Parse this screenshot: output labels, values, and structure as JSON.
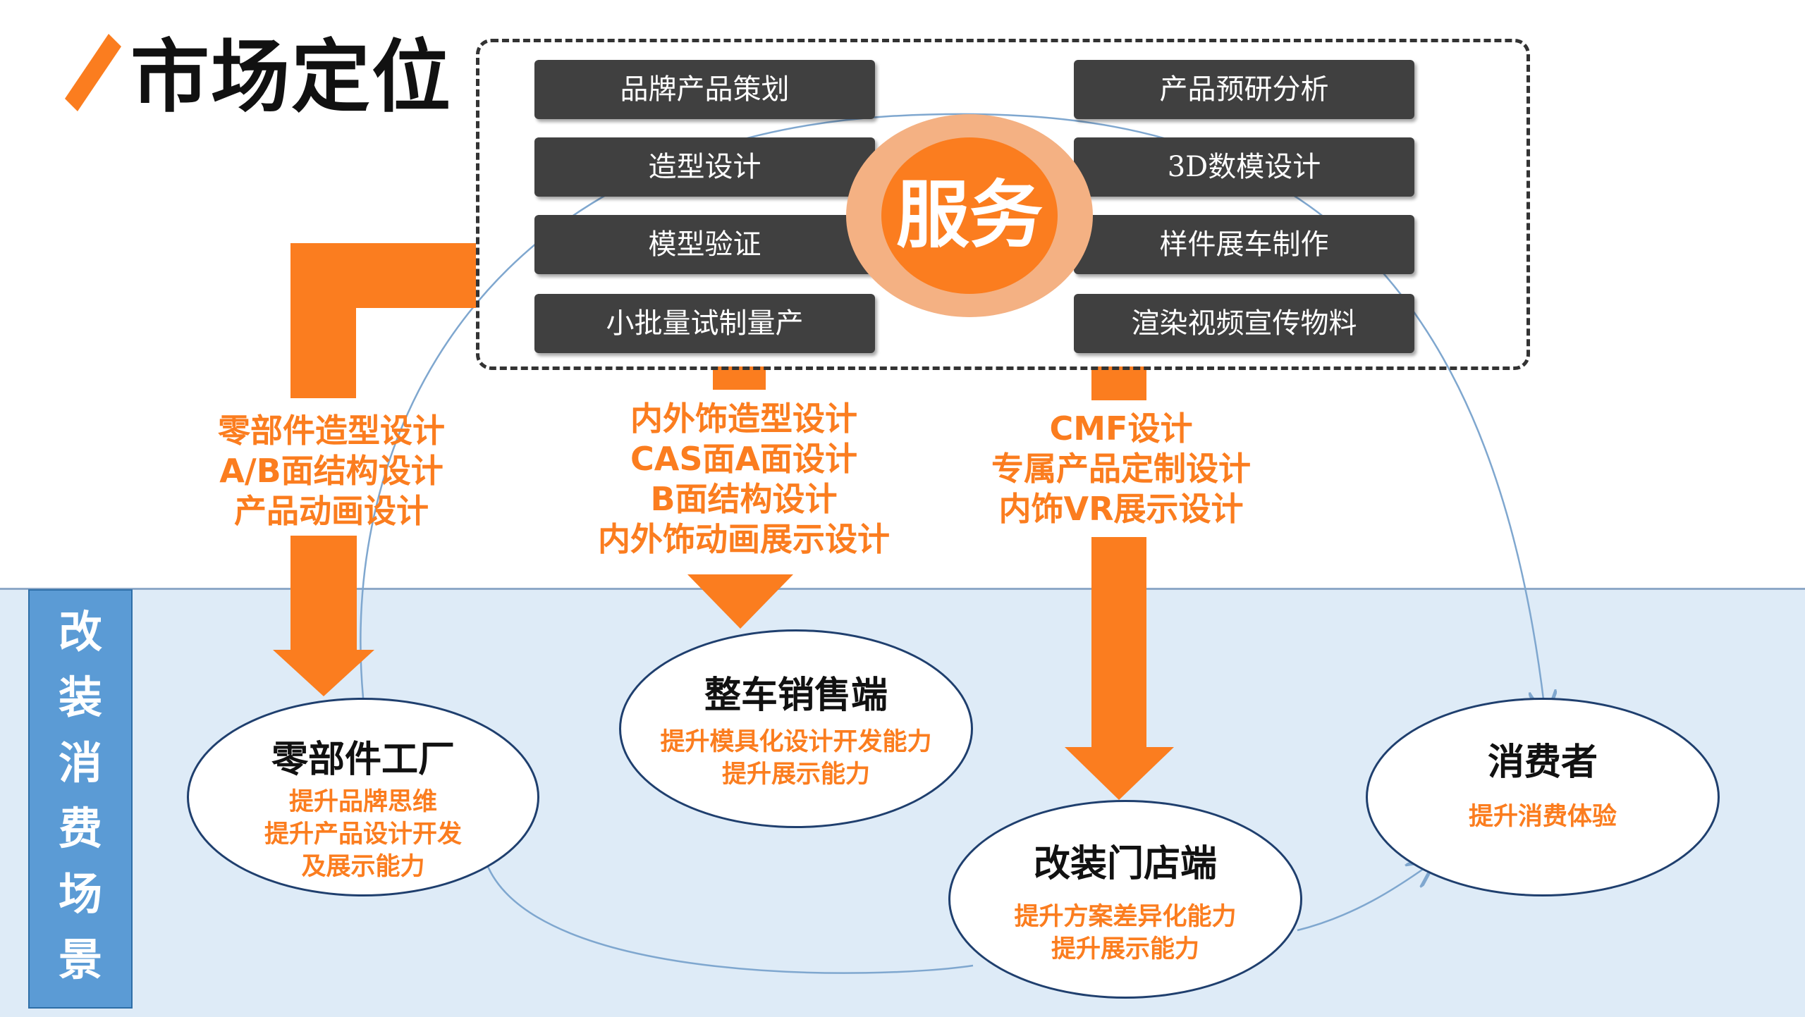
{
  "page": {
    "title": "市场定位"
  },
  "services": {
    "hub": "服务",
    "left": [
      "品牌产品策划",
      "造型设计",
      "模型验证",
      "小批量试制量产"
    ],
    "right": [
      "产品预研分析",
      "3D数模设计",
      "样件展车制作",
      "渲染视频宣传物料"
    ]
  },
  "arrows": [
    {
      "lines": [
        "零部件造型设计",
        "A/B面结构设计",
        "产品动画设计"
      ]
    },
    {
      "lines": [
        "内外饰造型设计",
        "CAS面A面设计",
        "B面结构设计",
        "内外饰动画展示设计"
      ]
    },
    {
      "lines": [
        "CMF设计",
        "专属产品定制设计",
        "内饰VR展示设计"
      ]
    }
  ],
  "scene": {
    "label": [
      "改",
      "装",
      "消",
      "费",
      "场",
      "景"
    ],
    "nodes": [
      {
        "title": "零部件工厂",
        "sub": [
          "提升品牌思维",
          "提升产品设计开发",
          "及展示能力"
        ]
      },
      {
        "title": "整车销售端",
        "sub": [
          "提升模具化设计开发能力",
          "提升展示能力"
        ]
      },
      {
        "title": "改装门店端",
        "sub": [
          "提升方案差异化能力",
          "提升展示能力"
        ]
      },
      {
        "title": "消费者",
        "sub": [
          "提升消费体验"
        ]
      }
    ]
  },
  "colors": {
    "accent": "#fb7d1f",
    "accent_light": "#f4b183",
    "service_bg": "#404040",
    "scene_bg": "#deebf7",
    "scene_side": "#5b9bd5"
  }
}
